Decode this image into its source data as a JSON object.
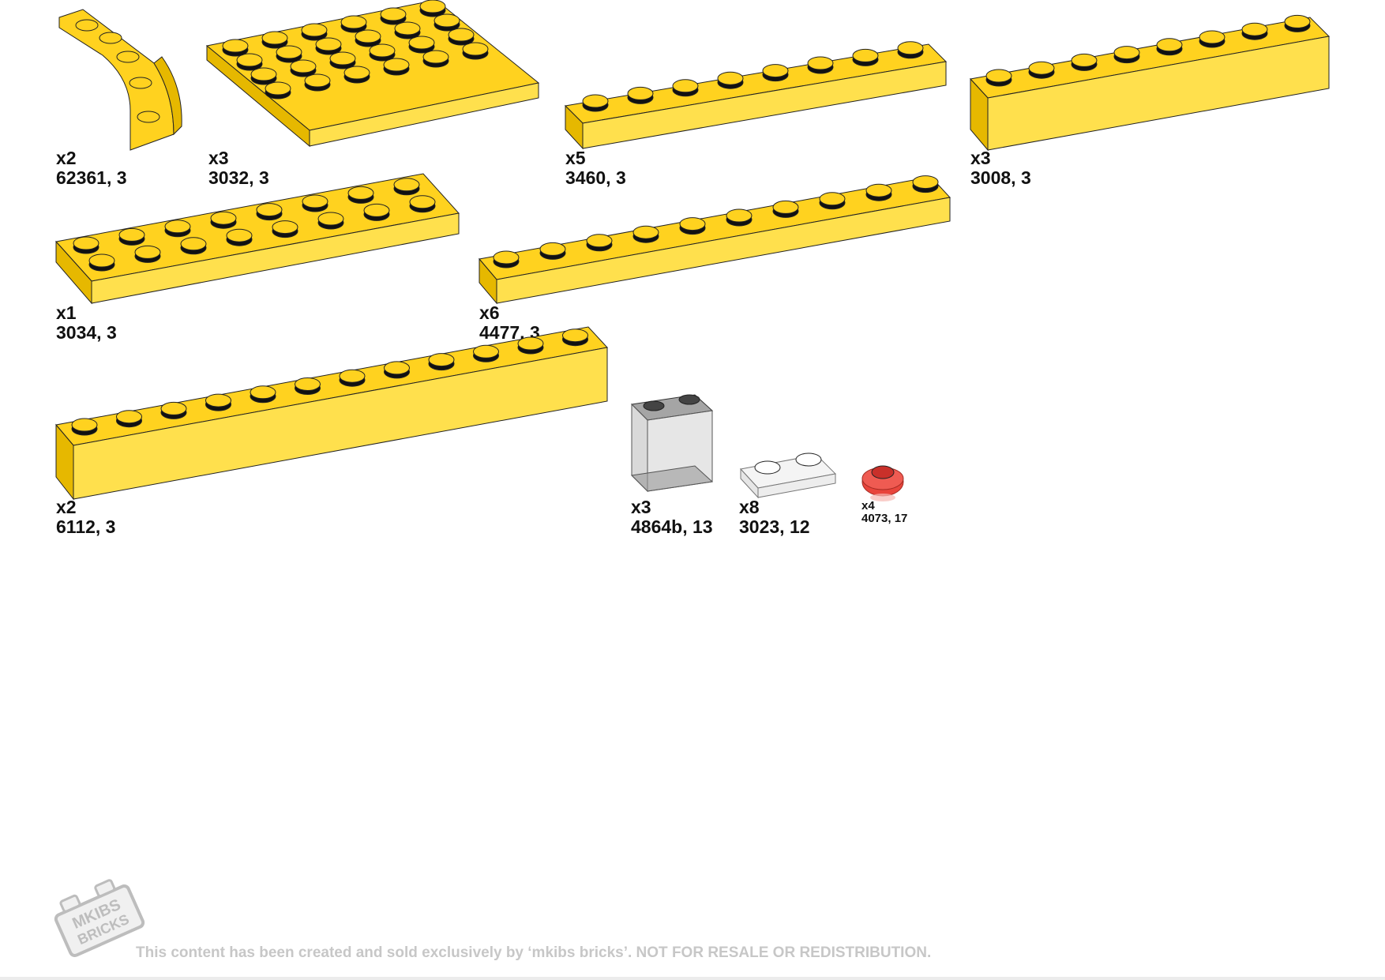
{
  "parts": [
    {
      "id": "p62361",
      "qty": "x2",
      "code": "62361, 3",
      "color": "#FFD21F"
    },
    {
      "id": "p3032",
      "qty": "x3",
      "code": "3032, 3",
      "color": "#FFD21F"
    },
    {
      "id": "p3460",
      "qty": "x5",
      "code": "3460, 3",
      "color": "#FFD21F"
    },
    {
      "id": "p3008",
      "qty": "x3",
      "code": "3008, 3",
      "color": "#FFD21F"
    },
    {
      "id": "p3034",
      "qty": "x1",
      "code": "3034, 3",
      "color": "#FFD21F"
    },
    {
      "id": "p4477",
      "qty": "x6",
      "code": "4477, 3",
      "color": "#FFD21F"
    },
    {
      "id": "p6112",
      "qty": "x2",
      "code": "6112, 3",
      "color": "#FFD21F"
    },
    {
      "id": "p4864b",
      "qty": "x3",
      "code": "4864b, 13",
      "color": "#BFBFBF"
    },
    {
      "id": "p3023",
      "qty": "x8",
      "code": "3023, 12",
      "color": "#F2F2F2"
    },
    {
      "id": "p4073",
      "qty": "x4",
      "code": "4073, 17",
      "color": "#E8453C"
    }
  ],
  "footer": {
    "notice": "This content has been created and sold exclusively by ‘mkibs bricks’. NOT FOR RESALE OR REDISTRIBUTION.",
    "logo_line1": "MKIBS",
    "logo_line2": "BRICKS",
    "logo_icon": "brick-logo-icon"
  }
}
